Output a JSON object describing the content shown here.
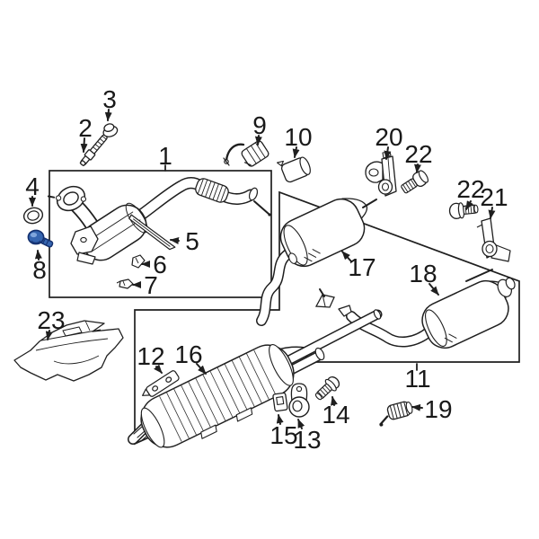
{
  "diagram": {
    "description": "Exhaust system exploded parts diagram",
    "background": "#ffffff",
    "line_color": "#1f1f1f",
    "highlight_color": "#3565b0",
    "highlighted_callout": "8"
  },
  "callouts": {
    "c1": "1",
    "c2": "2",
    "c3": "3",
    "c4": "4",
    "c5": "5",
    "c6": "6",
    "c7": "7",
    "c8": "8",
    "c9": "9",
    "c10": "10",
    "c11": "11",
    "c12": "12",
    "c13": "13",
    "c14": "14",
    "c15": "15",
    "c16": "16",
    "c17": "17",
    "c18": "18",
    "c19": "19",
    "c20": "20",
    "c21": "21",
    "c22a": "22",
    "c22b": "22",
    "c23": "23"
  }
}
